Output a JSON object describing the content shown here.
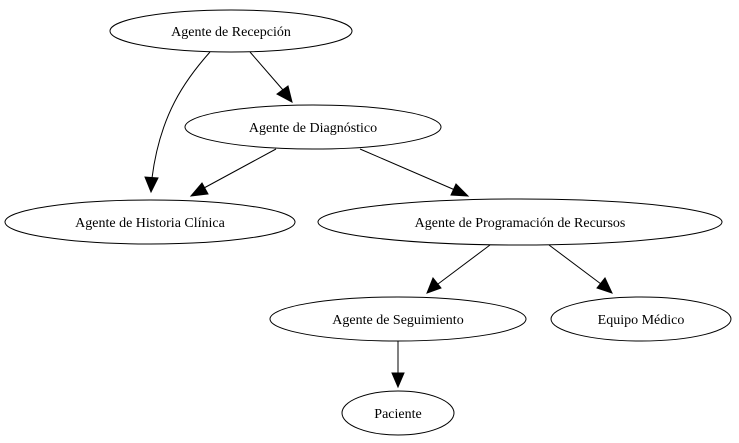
{
  "diagram": {
    "nodes": [
      {
        "id": "recepcion",
        "label": "Agente de Recepción"
      },
      {
        "id": "diagnostico",
        "label": "Agente de Diagnóstico"
      },
      {
        "id": "historia",
        "label": "Agente de Historia Clínica"
      },
      {
        "id": "programacion",
        "label": "Agente de Programación de Recursos"
      },
      {
        "id": "seguimiento",
        "label": "Agente de Seguimiento"
      },
      {
        "id": "equipo",
        "label": "Equipo Médico"
      },
      {
        "id": "paciente",
        "label": "Paciente"
      }
    ],
    "edges": [
      {
        "from": "recepcion",
        "to": "diagnostico"
      },
      {
        "from": "recepcion",
        "to": "historia"
      },
      {
        "from": "diagnostico",
        "to": "historia"
      },
      {
        "from": "diagnostico",
        "to": "programacion"
      },
      {
        "from": "programacion",
        "to": "seguimiento"
      },
      {
        "from": "programacion",
        "to": "equipo"
      },
      {
        "from": "seguimiento",
        "to": "paciente"
      }
    ]
  }
}
